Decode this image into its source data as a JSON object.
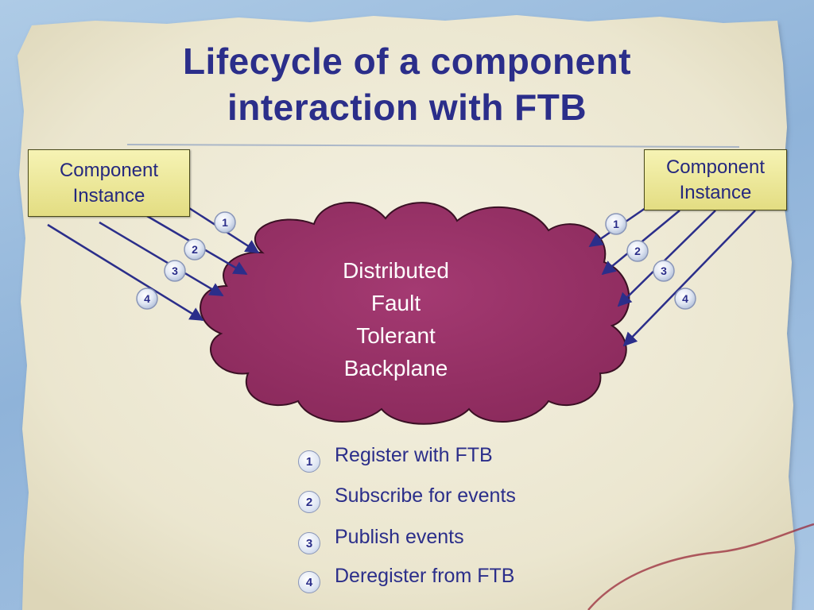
{
  "title": {
    "line1": "Lifecycle of a component",
    "line2": "interaction with FTB"
  },
  "left_component": {
    "line1": "Component",
    "line2": "Instance"
  },
  "right_component": {
    "line1": "Component",
    "line2": "Instance"
  },
  "cloud": {
    "lines": [
      "Distributed",
      "Fault",
      "Tolerant",
      "Backplane"
    ],
    "fill": "#983166",
    "stroke": "#3a1024"
  },
  "steps": {
    "n1": "1",
    "n2": "2",
    "n3": "3",
    "n4": "4"
  },
  "legend": [
    {
      "num": "1",
      "text": "Register with FTB"
    },
    {
      "num": "2",
      "text": "Subscribe for events"
    },
    {
      "num": "3",
      "text": "Publish events"
    },
    {
      "num": "4",
      "text": "Deregister from FTB"
    }
  ],
  "colors": {
    "title": "#2b2e8a",
    "arrow": "#2b2e8a",
    "paper": "#ede8d3",
    "box_fill": "#ece79a"
  }
}
